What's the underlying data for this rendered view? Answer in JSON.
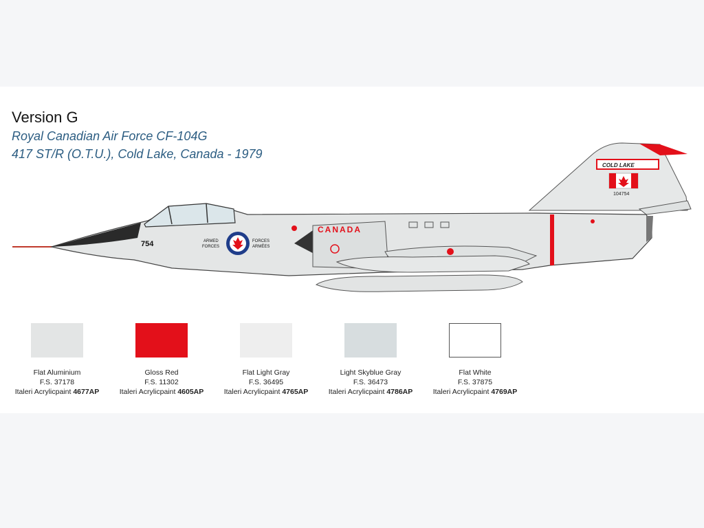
{
  "header": {
    "title": "Version G",
    "subtitle_line1": "Royal Canadian Air Force CF-104G",
    "subtitle_line2": "417 ST/R (O.T.U.), Cold Lake, Canada - 1979"
  },
  "aircraft": {
    "icon": "aircraft-profile-icon",
    "markings": {
      "nose_number": "754",
      "roundel_left": "ARMED\nFORCES",
      "roundel_right": "FORCES\nARMÉES",
      "fuselage_text": "CANADA",
      "tail_band": "COLD LAKE",
      "tail_serial": "104754"
    }
  },
  "swatches": [
    {
      "name": "Flat Aluminium",
      "fs": "F.S. 37178",
      "brand": "Italeri Acrylicpaint",
      "code": "4677AP",
      "color": "#e3e5e5",
      "bordered": false
    },
    {
      "name": "Gloss Red",
      "fs": "F.S. 11302",
      "brand": "Italeri Acrylicpaint",
      "code": "4605AP",
      "color": "#e3101a",
      "bordered": false
    },
    {
      "name": "Flat Light Gray",
      "fs": "F.S. 36495",
      "brand": "Italeri Acrylicpaint",
      "code": "4765AP",
      "color": "#eeeeee",
      "bordered": false
    },
    {
      "name": "Light Skyblue Gray",
      "fs": "F.S. 36473",
      "brand": "Italeri Acrylicpaint",
      "code": "4786AP",
      "color": "#d7dddf",
      "bordered": false
    },
    {
      "name": "Flat White",
      "fs": "F.S. 37875",
      "brand": "Italeri Acrylicpaint",
      "code": "4769AP",
      "color": "#ffffff",
      "bordered": true
    }
  ]
}
